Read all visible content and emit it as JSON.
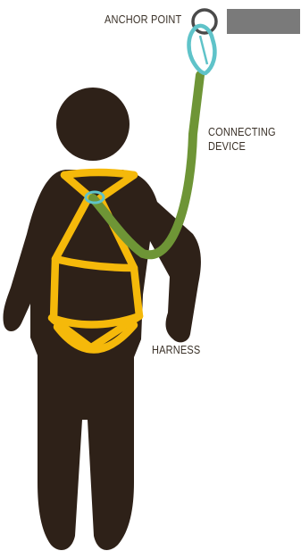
{
  "labels": {
    "anchor_point": "ANCHOR POINT",
    "connecting_device": [
      "CONNECTING",
      "DEVICE"
    ],
    "harness": "HARNESS"
  },
  "colors": {
    "figure": "#2e2118",
    "harness": "#f5b90a",
    "lanyard": "#6e9536",
    "carabiner": "#5fc3c9",
    "anchor_bar": "#7a7a7a",
    "ring": "#4a4a4a",
    "label_text": "#3a3128"
  }
}
